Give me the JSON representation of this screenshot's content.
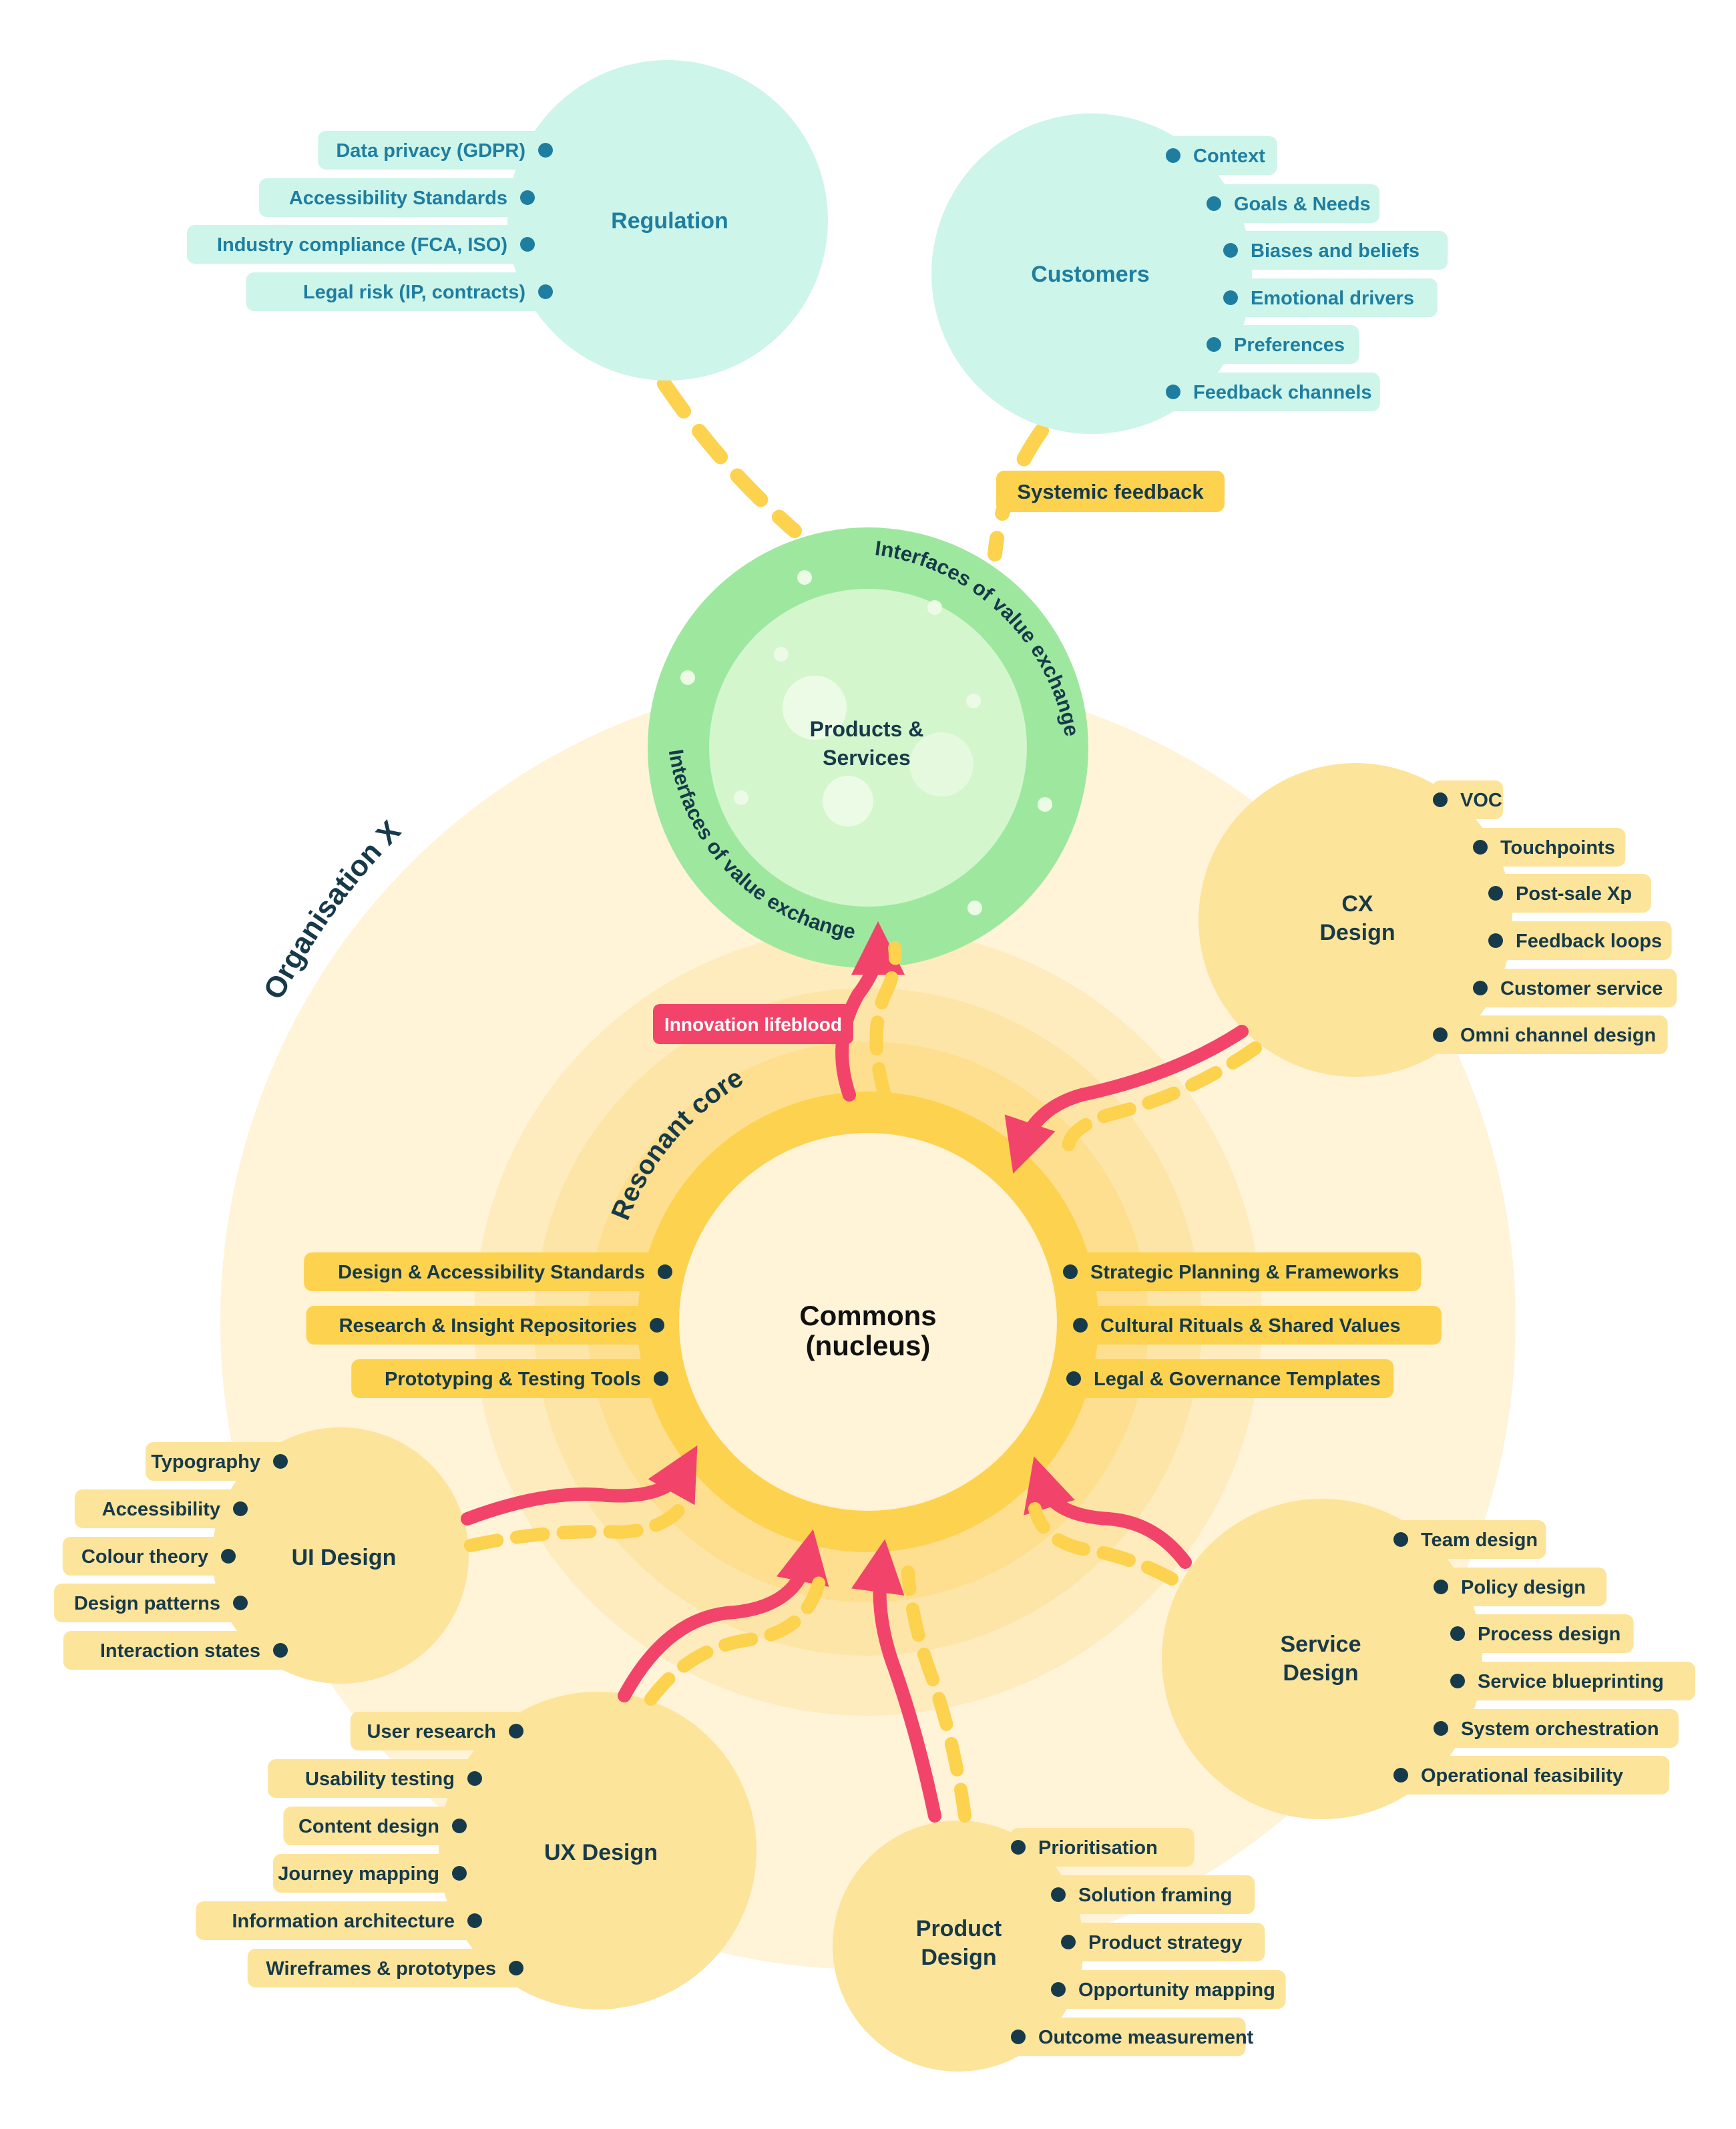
{
  "organisation_label": "Organisation X",
  "resonant_label": "Resonant core",
  "nucleus": {
    "title_line1": "Commons",
    "title_line2": "(nucleus)"
  },
  "products": {
    "title_line1": "Products &",
    "title_line2": "Services",
    "arc_label_top": "Interfaces of value exchange",
    "arc_label_bottom": "Interfaces of value exchange"
  },
  "innovation_label": "Innovation lifeblood",
  "systemic_feedback_label": "Systemic feedback",
  "regulation": {
    "title": "Regulation",
    "items": [
      "Data privacy (GDPR)",
      "Accessibility Standards",
      "Industry compliance (FCA, ISO)",
      "Legal risk (IP, contracts)"
    ]
  },
  "customers": {
    "title": "Customers",
    "items": [
      "Context",
      "Goals & Needs",
      "Biases and beliefs",
      "Emotional drivers",
      "Preferences",
      "Feedback channels"
    ]
  },
  "cx_design": {
    "title_line1": "CX",
    "title_line2": "Design",
    "items": [
      "VOC",
      "Touchpoints",
      "Post-sale Xp",
      "Feedback loops",
      "Customer service",
      "Omni channel design"
    ]
  },
  "core_left_items": [
    "Design & Accessibility Standards",
    "Research & Insight Repositories",
    "Prototyping & Testing Tools"
  ],
  "core_right_items": [
    "Strategic Planning & Frameworks",
    "Cultural Rituals & Shared Values",
    "Legal & Governance Templates"
  ],
  "ui_design": {
    "title": "UI Design",
    "items": [
      "Typography",
      "Accessibility",
      "Colour theory",
      "Design patterns",
      "Interaction states"
    ]
  },
  "ux_design": {
    "title": "UX Design",
    "items": [
      "User research",
      "Usability testing",
      "Content design",
      "Journey mapping",
      "Information architecture",
      "Wireframes & prototypes"
    ]
  },
  "product_design": {
    "title_line1": "Product",
    "title_line2": "Design",
    "items": [
      "Prioritisation",
      "Solution framing",
      "Product strategy",
      "Opportunity mapping",
      "Outcome measurement"
    ]
  },
  "service_design": {
    "title_line1": "Service",
    "title_line2": "Design",
    "items": [
      "Team design",
      "Policy design",
      "Process design",
      "Service blueprinting",
      "System orchestration",
      "Operational feasibility"
    ]
  },
  "colors": {
    "teal_bubble": "#cdf5ea",
    "teal_text": "#1f7ea0",
    "org_fill": "#fff3d8",
    "yellow_ring": "#fdd24f",
    "yellow_pill": "#fde49b",
    "green_outer": "#9de89e",
    "green_inner": "#d3f6cc",
    "pink": "#f2446a",
    "dash": "#fcd24e",
    "dark_text": "#173a4a"
  }
}
